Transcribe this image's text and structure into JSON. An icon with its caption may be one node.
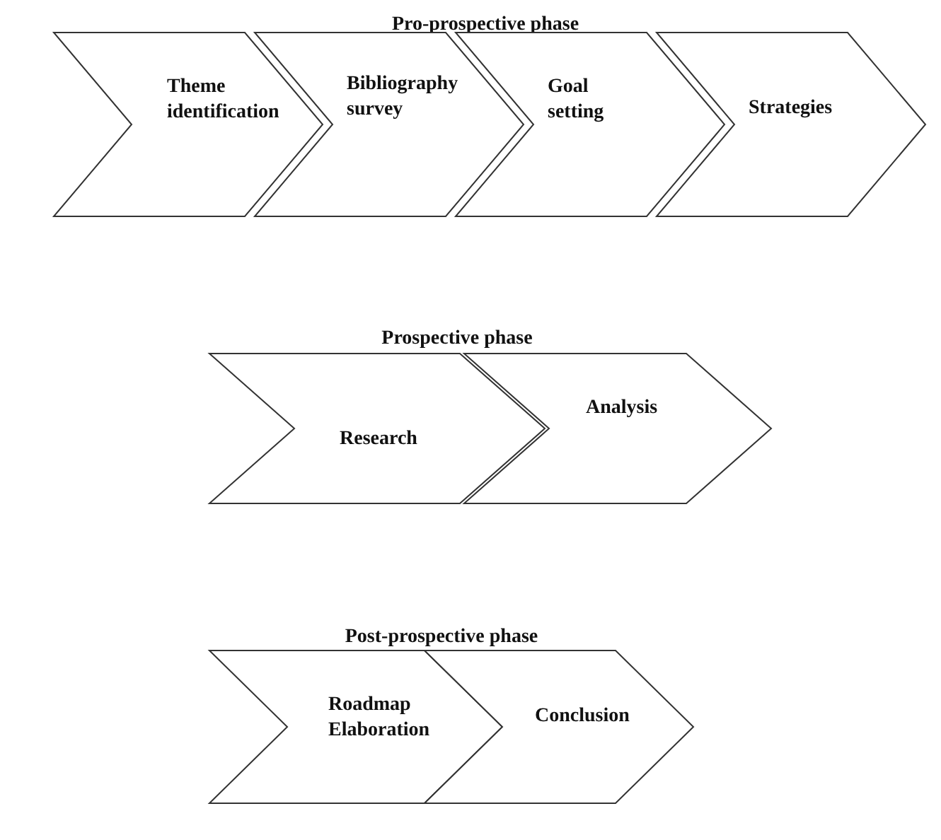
{
  "diagram": {
    "nodes": [
      {
        "text": [
          "Theme identification"
        ]
      },
      {
        "text": [
          "Bibliography survey"
        ]
      },
      {
        "text": [
          "Goal setting"
        ]
      },
      {
        "text": [
          "Strategies"
        ]
      },
      {
        "text": [
          "Research"
        ]
      },
      {
        "text": [
          "Analysis"
        ]
      },
      {
        "text": [
          "Roadmap Elaboration"
        ]
      },
      {
        "text": [
          "Conclusion"
        ]
      }
    ],
    "labels": [
      "Pro-prospective phase",
      "Prospective phase",
      "Post-prospective phase"
    ]
  }
}
